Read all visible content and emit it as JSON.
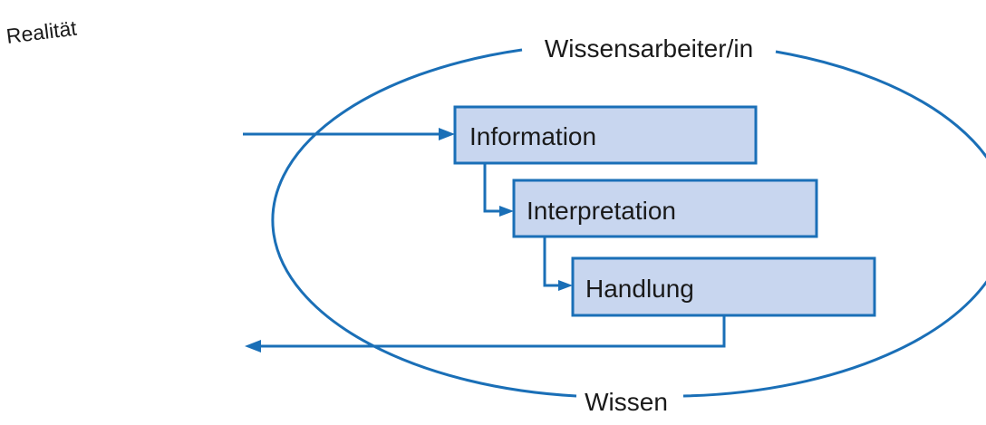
{
  "realitaet_label": "Realität",
  "worker_label": "Wissensarbeiter/in",
  "knowledge_label": "Wissen",
  "steps": [
    {
      "label": "Information"
    },
    {
      "label": "Interpretation"
    },
    {
      "label": "Handlung"
    }
  ],
  "colors": {
    "stroke": "#1a6fb7",
    "box_fill": "#c8d6ef",
    "text": "#1a1a1a"
  }
}
